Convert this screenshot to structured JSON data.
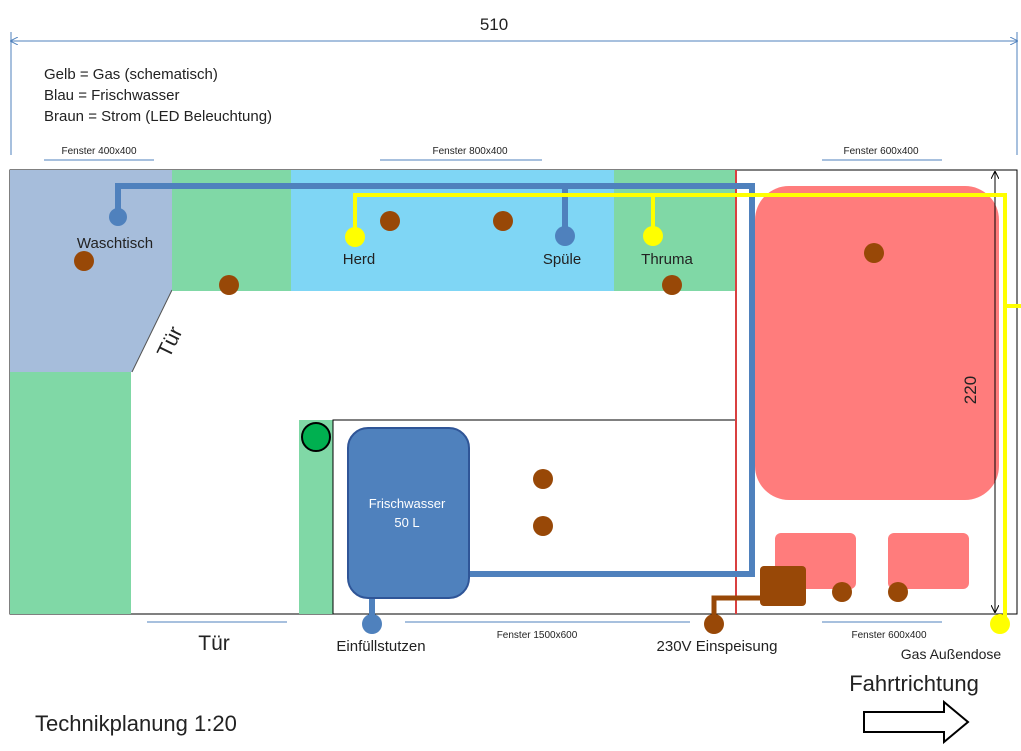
{
  "dimensions": {
    "length": "510",
    "width": "220"
  },
  "legend": [
    "Gelb = Gas (schematisch)",
    "Blau = Frischwasser",
    "Braun = Strom (LED Beleuchtung)"
  ],
  "windows": {
    "top_left": "Fenster 400x400",
    "top_middle": "Fenster 800x400",
    "top_right": "Fenster 600x400",
    "bottom_middle": "Fenster 1500x600",
    "bottom_right": "Fenster 600x400"
  },
  "labels": {
    "waschtisch": "Waschtisch",
    "herd": "Herd",
    "spuele": "Spüle",
    "thruma": "Thruma",
    "tank_name": "Frischwasser",
    "tank_volume": "50 L",
    "door_diagonal": "Tür",
    "door_bottom": "Tür",
    "einfuellstutzen": "Einfüllstutzen",
    "einspeisung": "230V Einspeisung",
    "gas_aussendose": "Gas Außendose",
    "fahrtrichtung": "Fahrtrichtung",
    "title": "Technikplanung 1:20"
  },
  "colors": {
    "gas": "#ffff00",
    "water": "#4f81bd",
    "power": "#984807",
    "bath": "#a6bddb",
    "furniture_green": "#80d8a6",
    "kitchen_blue": "#7fd6f5",
    "bed_red": "#ff7c7c",
    "sensor_green": "#00b050"
  }
}
